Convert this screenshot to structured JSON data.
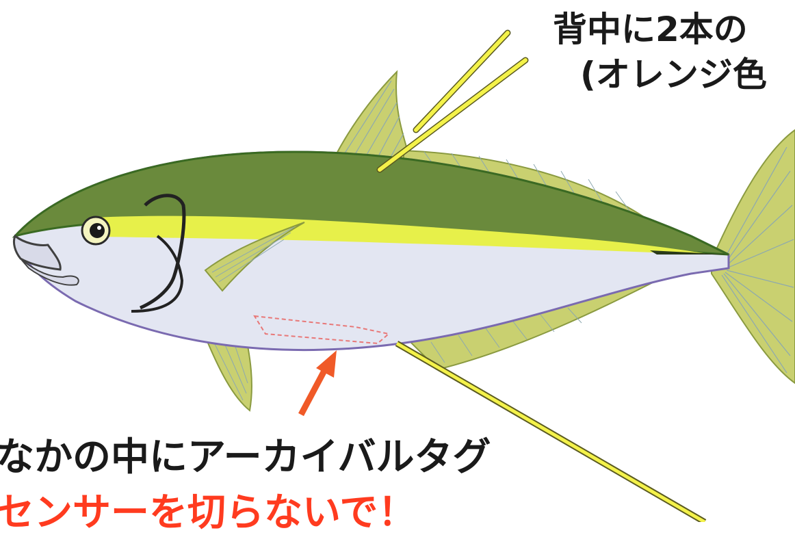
{
  "labels": {
    "top_line1": "背中に2本の",
    "top_line2": "(オレンジ色",
    "bottom_line1": "なかの中にアーカイバルタグ",
    "bottom_line2": "センサーを切らないで！"
  },
  "colors": {
    "background": "#ffffff",
    "back_green": "#6a8a3c",
    "lateral_stripe": "#e7f04a",
    "belly": "#e3e6f2",
    "fin": "#c9d070",
    "fin_ray": "#8ca8b0",
    "outline": "#4a7a30",
    "belly_outline": "#7a6ab0",
    "tag_yellow": "#f4f24a",
    "tag_outline": "#5a5a20",
    "arrow": "#f05a28",
    "sensor_dash": "#e87878",
    "warning_text": "#ff3b1f"
  },
  "icons": [
    "yellowtail-fish-illustration",
    "dorsal-dart-tag-icon",
    "belly-streamer-tag-icon",
    "orange-arrow-icon"
  ]
}
